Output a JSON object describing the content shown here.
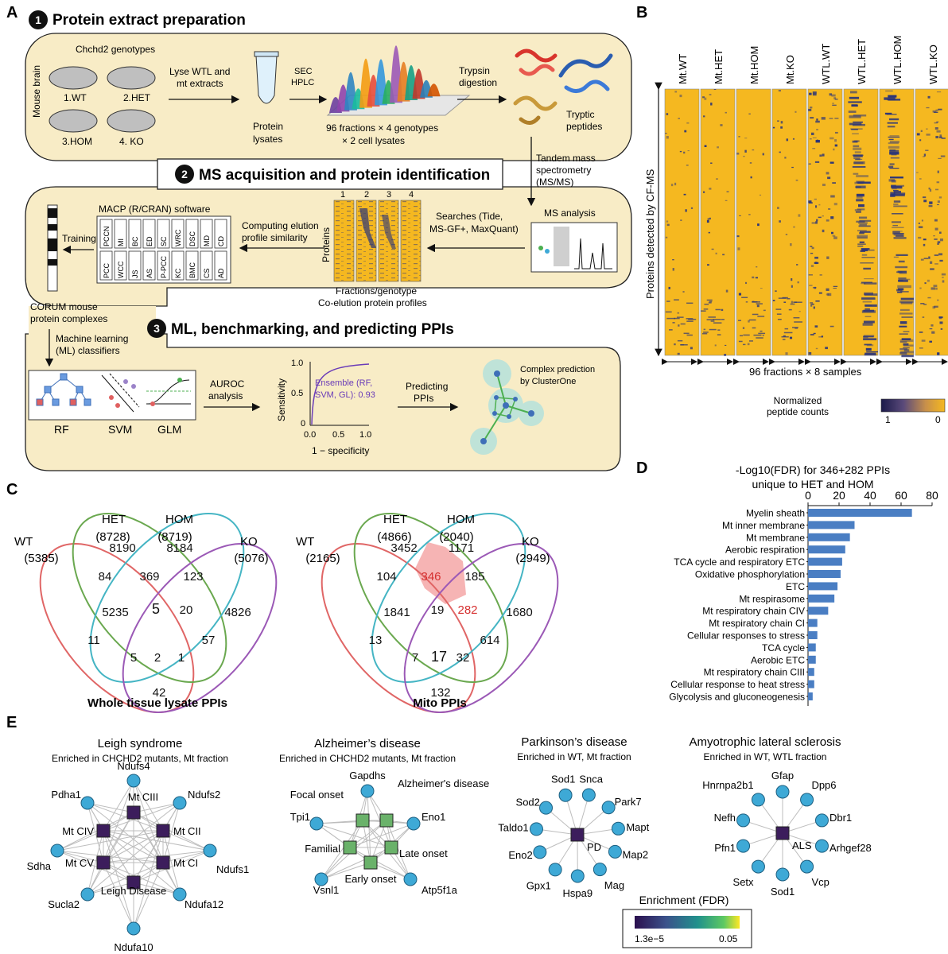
{
  "panelA": {
    "letter": "A",
    "step1": {
      "num": "1",
      "title": "Protein extract preparation"
    },
    "step2": {
      "num": "2",
      "title": "MS acquisition and protein identification"
    },
    "step3": {
      "num": "3",
      "title": "ML, benchmarking, and predicting PPIs"
    },
    "mouse_brain": "Mouse brain",
    "genotypes_title": "Chchd2 genotypes",
    "genotypes": [
      "1.WT",
      "2.HET",
      "3.HOM",
      "4. KO"
    ],
    "lyse": [
      "Lyse WTL and",
      "mt extracts"
    ],
    "protein_lysates": [
      "Protein",
      "lysates"
    ],
    "sec": [
      "SEC",
      "HPLC"
    ],
    "fractions_caption": [
      "96 fractions × 4 genotypes",
      "× 2 cell lysates"
    ],
    "trypsin": [
      "Trypsin",
      "digestion"
    ],
    "tryptic": [
      "Tryptic",
      "peptides"
    ],
    "tandem": [
      "Tandem mass",
      "spectrometry",
      "(MS/MS)"
    ],
    "ms_analysis": "MS analysis",
    "searches": [
      "Searches (Tide,",
      "MS-GF+, MaxQuant)"
    ],
    "mini_cols": [
      "1",
      "2",
      "3",
      "4"
    ],
    "mini_proteins": "Proteins",
    "fractions_genotype": [
      "Fractions/genotype",
      "Co-elution protein profiles"
    ],
    "computing": [
      "Computing elution",
      "profile similarity"
    ],
    "macp_title": "MACP (R/CRAN) software",
    "macp_row1": [
      "PCCN",
      "MI",
      "BC",
      "ED",
      "SC",
      "WRC",
      "DSC",
      "MD",
      "CD"
    ],
    "macp_row2": [
      "PCC",
      "WCC",
      "JS",
      "AS",
      "P-PCC",
      "KC",
      "BMC",
      "CS",
      "AD"
    ],
    "training": "Training",
    "corum": [
      "CORUM mouse",
      "protein complexes"
    ],
    "ml": [
      "Machine learning",
      "(ML) classifiers"
    ],
    "classifiers": [
      "RF",
      "SVM",
      "GLM"
    ],
    "auroc": [
      "AUROC",
      "analysis"
    ],
    "roc_ylabel": "Sensitivity",
    "roc_xlabel": "1 − specificity",
    "roc_xticks": [
      "0.0",
      "0.5",
      "1.0"
    ],
    "roc_yticks": [
      "1.0",
      "0.5",
      "0"
    ],
    "ensemble": [
      "Ensemble (RF,",
      "SVM, GL): 0.93"
    ],
    "predicting": [
      "Predicting",
      "PPIs"
    ],
    "complex_pred": [
      "Complex prediction",
      "by ClusterOne"
    ]
  },
  "panelB": {
    "letter": "B",
    "samples": [
      "Mt.WT",
      "Mt.HET",
      "Mt.HOM",
      "Mt.KO",
      "WTL.WT",
      "WTL.HET",
      "WTL.HOM",
      "WTL.KO"
    ],
    "ylabel": "Proteins detected by CF-MS",
    "xlabel": "96 fractions × 8 samples",
    "legend_title": [
      "Normalized",
      "peptide counts"
    ],
    "legend_min": "1",
    "legend_max": "0",
    "colors": {
      "low": "#f5b820",
      "high": "#2b3478"
    }
  },
  "panelC": {
    "letter": "C",
    "left": {
      "title": "Whole tissue lysate PPIs",
      "sets": [
        {
          "name": "WT",
          "count": "(5385)"
        },
        {
          "name": "HET",
          "count": "(8728)"
        },
        {
          "name": "HOM",
          "count": "(8719)"
        },
        {
          "name": "KO",
          "count": "(5076)"
        }
      ],
      "regions": [
        "5235",
        "8190",
        "8184",
        "4826",
        "84",
        "369",
        "123",
        "5",
        "20",
        "11",
        "2",
        "57",
        "5",
        "1",
        "42"
      ]
    },
    "right": {
      "title": "Mito PPIs",
      "sets": [
        {
          "name": "WT",
          "count": "(2165)"
        },
        {
          "name": "HET",
          "count": "(4866)"
        },
        {
          "name": "HOM",
          "count": "(2040)"
        },
        {
          "name": "KO",
          "count": "(2949)"
        }
      ],
      "regions": [
        "1841",
        "3452",
        "1171",
        "1680",
        "104",
        "346",
        "185",
        "19",
        "282",
        "13",
        "17",
        "614",
        "7",
        "32",
        "132"
      ]
    },
    "colors": {
      "WT": "#e06666",
      "HET": "#6aa84f",
      "HOM": "#45b5c4",
      "KO": "#9b59b6",
      "highlight": "#f4a7a7"
    }
  },
  "panelD": {
    "letter": "D",
    "title": [
      "-Log10(FDR) for 346+282 PPIs",
      "unique to HET and HOM"
    ],
    "chart_data": {
      "type": "bar",
      "orientation": "horizontal",
      "title": "-Log10(FDR) for 346+282 PPIs unique to HET and HOM",
      "xlim": [
        0,
        80
      ],
      "xticks": [
        "0",
        "20",
        "40",
        "60",
        "80"
      ],
      "categories": [
        "Myelin sheath",
        "Mt inner membrane",
        "Mt membrane",
        "Aerobic respiration",
        "TCA  cycle and respiratory ETC",
        "Oxidative phosphorylation",
        "ETC",
        "Mt respirasome",
        "Mt respiratory chain CIV",
        "Mt respiratory chain CI",
        "Cellular responses to stress",
        "TCA cycle",
        "Aerobic ETC",
        "Mt respiratory chain CIII",
        "Cellular response to heat stress",
        "Glycolysis and gluconeogenesis"
      ],
      "values": [
        67,
        30,
        27,
        24,
        22,
        21,
        19,
        17,
        13,
        6,
        6,
        5,
        5,
        4,
        4,
        3
      ],
      "color": "#4a7ec3"
    }
  },
  "panelE": {
    "letter": "E",
    "networks": [
      {
        "title": "Leigh syndrome",
        "subtitle": "Enriched in CHCHD2 mutants, Mt fraction",
        "hubs": [
          "Mt CIII",
          "Mt CII",
          "Mt CI",
          "Leigh Disease",
          "Mt CV",
          "Mt CIV"
        ],
        "genes": [
          "Ndufs4",
          "Ndufs2",
          "Ndufs1",
          "Ndufa12",
          "Ndufa10",
          "Sucla2",
          "Sdha",
          "Pdha1"
        ]
      },
      {
        "title": "Alzheimer’s disease",
        "subtitle": "Enriched in CHCHD2 mutants, Mt fraction",
        "hubs": [
          "Alzheimer's disease",
          "Late onset",
          "Early onset",
          "Familial",
          "Focal onset"
        ],
        "genes": [
          "Gapdhs",
          "Eno1",
          "Atp5f1a",
          "Vsnl1",
          "Tpi1"
        ]
      },
      {
        "title": "Parkinson’s disease",
        "subtitle": "Enriched in WT, Mt fraction",
        "hub": "PD",
        "genes": [
          "Snca",
          "Park7",
          "Mapt",
          "Map2",
          "Mag",
          "Hspa9",
          "Gpx1",
          "Eno2",
          "Taldo1",
          "Sod2",
          "Sod1"
        ]
      },
      {
        "title": "Amyotrophic lateral sclerosis",
        "subtitle": "Enriched in WT, WTL fraction",
        "hub": "ALS",
        "genes": [
          "Gfap",
          "Dpp6",
          "Dbr1",
          "Arhgef28",
          "Vcp",
          "Sod1",
          "Setx",
          "Pfn1",
          "Nefh",
          "Hnrnpa2b1"
        ]
      }
    ],
    "legend": {
      "title": "Enrichment (FDR)",
      "min": "1.3e−5",
      "max": "0.05"
    },
    "colors": {
      "gene": "#3ea9d6",
      "hub_dark": "#3c1d5c",
      "hub_green": "#6ab26a"
    }
  }
}
